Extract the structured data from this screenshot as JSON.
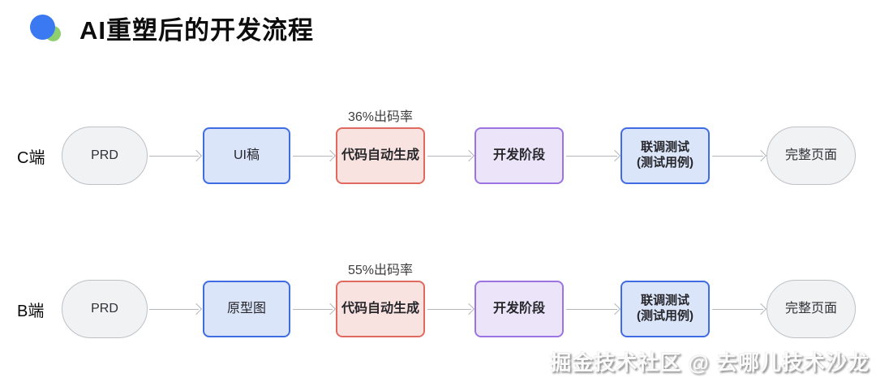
{
  "title": {
    "text": "AI重塑后的开发流程"
  },
  "icons": {
    "title_icon": "blue-green-dots-bullet-icon"
  },
  "rows": [
    {
      "label": "C端",
      "annotation": "36%出码率",
      "nodes": {
        "prd": "PRD",
        "input": "UI稿",
        "codegen": "代码自动生成",
        "dev": "开发阶段",
        "test_line1": "联调测试",
        "test_line2": "(测试用例)",
        "output": "完整页面"
      }
    },
    {
      "label": "B端",
      "annotation": "55%出码率",
      "nodes": {
        "prd": "PRD",
        "input": "原型图",
        "codegen": "代码自动生成",
        "dev": "开发阶段",
        "test_line1": "联调测试",
        "test_line2": "(测试用例)",
        "output": "完整页面"
      }
    }
  ],
  "watermark": "掘金技术社区 @ 去哪儿技术沙龙",
  "colors": {
    "background": "#ffffff",
    "title_icon_blue": "#3a79f1",
    "title_icon_green": "#8fd06e",
    "blue_node_fill": "#dbe5f9",
    "blue_node_border": "#3f6ce2",
    "red_node_fill": "#f9e3e1",
    "red_node_border": "#e06a5f",
    "purple_node_fill": "#ece5fa",
    "purple_node_border": "#9c74e2",
    "stadium_fill": "#f1f2f4",
    "stadium_border": "#bdc0c5",
    "arrow": "#b4b7bb"
  }
}
